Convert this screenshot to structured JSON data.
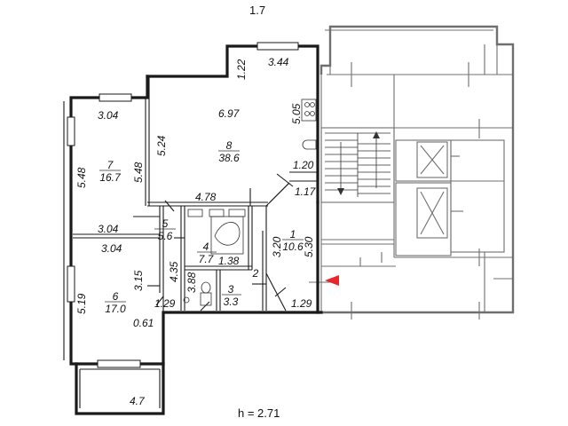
{
  "sheet": {
    "top_label": "1.7",
    "ceiling_height": "h = 2.71"
  },
  "rooms": [
    {
      "id": "room-8",
      "number": "8",
      "area": "38.6"
    },
    {
      "id": "room-7",
      "number": "7",
      "area": "16.7"
    },
    {
      "id": "room-6",
      "number": "6",
      "area": "17.0"
    },
    {
      "id": "room-5",
      "number": "5",
      "area": "5.6"
    },
    {
      "id": "room-4",
      "number": "4",
      "area": "7.7"
    },
    {
      "id": "room-3",
      "number": "3",
      "area": "3.3"
    },
    {
      "id": "room-2",
      "number": "2",
      "area": ""
    },
    {
      "id": "room-1",
      "number": "1",
      "area": "10.6"
    }
  ],
  "dimensions": {
    "d_3_44": "3.44",
    "d_1_22": "1.22",
    "d_6_97": "6.97",
    "d_5_05": "5.05",
    "d_5_24": "5.24",
    "d_3_04_top": "3.04",
    "d_5_48_left": "5.48",
    "d_5_48_right": "5.48",
    "d_1_20": "1.20",
    "d_1_17": "1.17",
    "d_4_78": "4.78",
    "d_3_04_mid1": "3.04",
    "d_3_04_mid2": "3.04",
    "d_3_20": "3.20",
    "d_5_30": "5.30",
    "d_4_35": "4.35",
    "d_3_88": "3.88",
    "d_1_38": "1.38",
    "d_3_15": "3.15",
    "d_5_19": "5.19",
    "d_1_29_left": "1.29",
    "d_1_29_right": "1.29",
    "d_0_61": "0.61",
    "d_4_7": "4.7"
  },
  "marker": {
    "color": "#e8262b"
  },
  "colors": {
    "walls": "#1a1a1a",
    "common_area": "#6f6f6f"
  }
}
